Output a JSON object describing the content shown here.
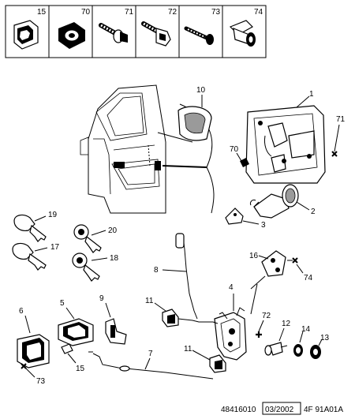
{
  "header_strip": {
    "labels": [
      "15",
      "70",
      "71",
      "72",
      "73",
      "74"
    ]
  },
  "callouts": {
    "c1": "1",
    "c2": "2",
    "c3": "3",
    "c4": "4",
    "c5": "5",
    "c6": "6",
    "c7": "7",
    "c8": "8",
    "c9": "9",
    "c10": "10",
    "c11a": "11",
    "c11b": "11",
    "c12": "12",
    "c13": "13",
    "c14": "14",
    "c15": "15",
    "c16": "16",
    "c17": "17",
    "c18": "18",
    "c19": "19",
    "c20": "20",
    "c70": "70",
    "c71": "71",
    "c72": "72",
    "c73": "73",
    "c74": "74"
  },
  "footer": {
    "ref_number": "48416010",
    "date_box": "03/2002",
    "code": "4F 91A01A"
  }
}
